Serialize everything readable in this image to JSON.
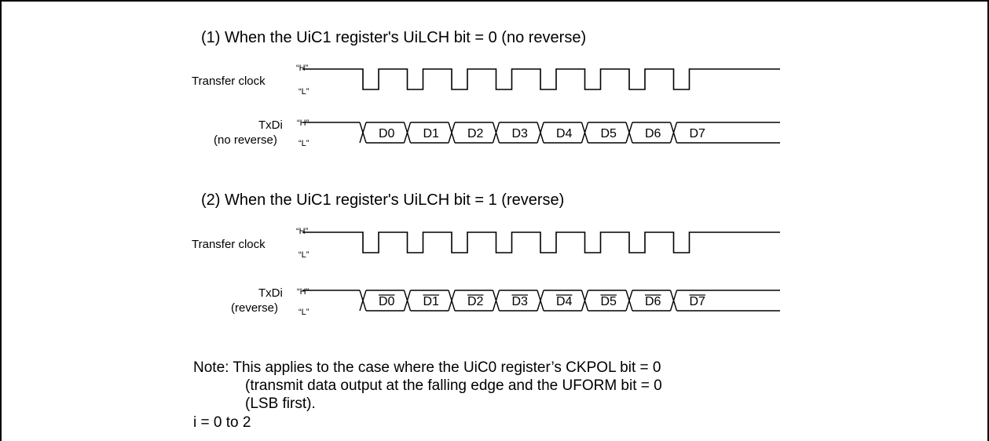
{
  "section1": {
    "title": "(1) When the UiC1 register's UiLCH bit = 0 (no reverse)",
    "clock_label": "Transfer clock",
    "clock_high": "“H”",
    "clock_low": "“L”",
    "txd_label": "TxDi",
    "txd_sub": "(no reverse)",
    "txd_high": "“H”",
    "txd_low": "“L”",
    "bits": [
      "D0",
      "D1",
      "D2",
      "D3",
      "D4",
      "D5",
      "D6",
      "D7"
    ],
    "inverted": false
  },
  "section2": {
    "title": "(2) When the UiC1 register's UiLCH bit = 1 (reverse)",
    "clock_label": "Transfer clock",
    "clock_high": "“H”",
    "clock_low": "“L”",
    "txd_label": "TxDi",
    "txd_sub": "(reverse)",
    "txd_high": "“H”",
    "txd_low": "“L”",
    "bits": [
      "D0",
      "D1",
      "D2",
      "D3",
      "D4",
      "D5",
      "D6",
      "D7"
    ],
    "inverted": true
  },
  "note": {
    "line1": "Note: This applies to the case where the UiC0 register’s CKPOL bit = 0",
    "line2": "(transmit data output at the falling edge and the UFORM bit = 0",
    "line3": "(LSB first).",
    "line4": "i = 0 to 2"
  }
}
